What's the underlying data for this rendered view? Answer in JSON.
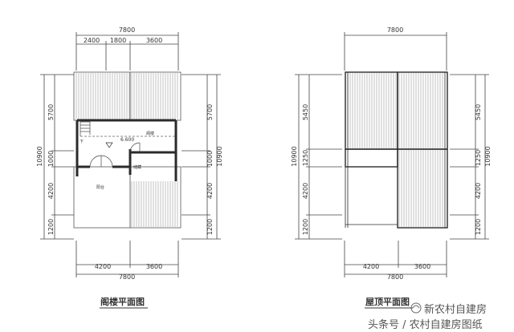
{
  "plans": [
    {
      "key": "attic",
      "title": "阁楼平面图",
      "dims_top_total": "7800",
      "dims_top_parts": [
        "2400",
        "1800",
        "3600"
      ],
      "dims_bottom_parts": [
        "4200",
        "3600"
      ],
      "dims_bottom_total": "7800",
      "dims_left_parts": [
        "5700",
        "1000",
        "4200",
        "1200"
      ],
      "dims_left_total": "10900",
      "dims_right_parts": [
        "5700",
        "1000",
        "4200",
        "1200"
      ],
      "dims_right_total": "10900",
      "elevation": "6.600",
      "room_labels": [
        "阁楼",
        "阳台",
        "储藏"
      ],
      "stair_mark": "下"
    },
    {
      "key": "roof",
      "title": "屋顶平面图",
      "dims_top_total": "7800",
      "dims_bottom_parts": [
        "4200",
        "3600"
      ],
      "dims_bottom_total": "7800",
      "dims_left_parts": [
        "5450",
        "1250",
        "4200",
        "1200"
      ],
      "dims_left_total": "10900",
      "dims_right_parts": [
        "5450",
        "1250",
        "4200",
        "1200"
      ],
      "dims_right_total": "10900"
    }
  ],
  "watermark": {
    "brand": "新农村自建房",
    "line": "头条号 / 农村自建房图纸"
  },
  "colors": {
    "line": "#444444",
    "hatch": "#9a9a9a",
    "wall": "#2b2b2b",
    "text": "#333333"
  }
}
